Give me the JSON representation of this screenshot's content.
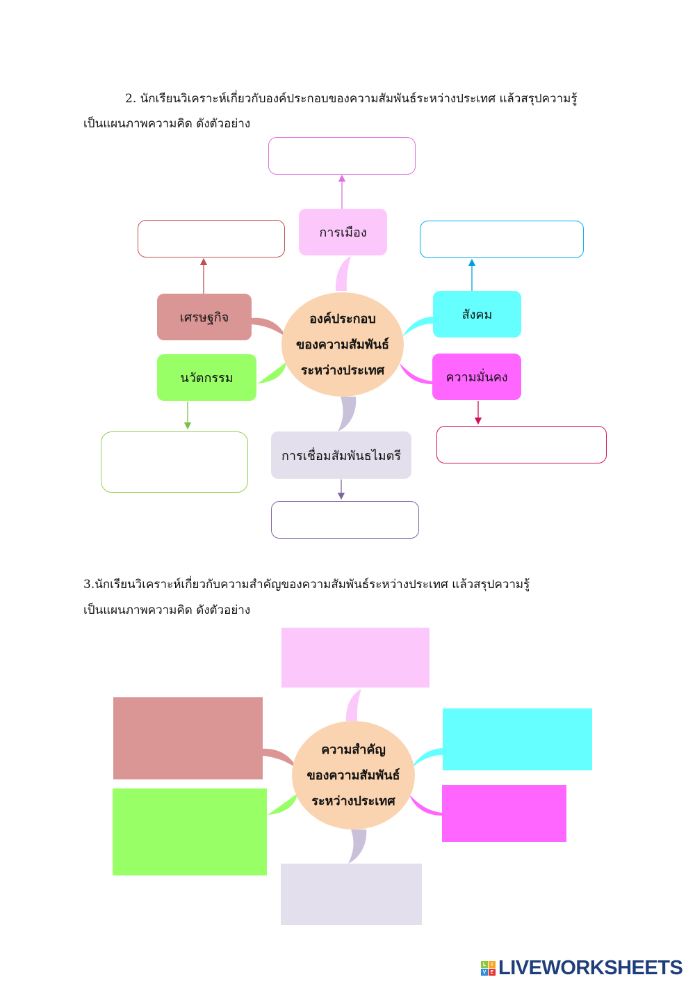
{
  "q2": {
    "line1": "2.  นักเรียนวิเคราะห์เกี่ยวกับองค์ประกอบของความสัมพันธ์ระหว่างประเทศ แล้วสรุปความรู้",
    "line2": "เป็นแผนภาพความคิด ดังตัวอย่าง",
    "center": [
      "องค์ประกอบ",
      "ของความสัมพันธ์",
      "ระหว่างประเทศ"
    ],
    "nodes": {
      "politics": "การเมือง",
      "economy": "เศรษฐกิจ",
      "innovation": "นวัตกรรม",
      "society": "สังคม",
      "security": "ความมั่นคง",
      "friendship": "การเชื่อมสัมพันธไมตรี"
    }
  },
  "q3": {
    "line1": "3.นักเรียนวิเคราะห์เกี่ยวกับความสำคัญของความสัมพันธ์ระหว่างประเทศ แล้วสรุปความรู้",
    "line2": "เป็นแผนภาพความคิด ดังตัวอย่าง",
    "center": [
      "ความสำคัญ",
      "ของความสัมพันธ์",
      "ระหว่างประเทศ"
    ]
  },
  "colors": {
    "pink": "#fcc8fc",
    "brown": "#d99694",
    "green": "#99ff66",
    "cyan": "#66ffff",
    "magenta": "#ff66ff",
    "lavender": "#e4dfec",
    "peach": "#fad4b0"
  },
  "footer": {
    "logo_text": "LIVEWORKSHEETS",
    "tiles": [
      "L",
      "I",
      "V",
      "E"
    ]
  }
}
